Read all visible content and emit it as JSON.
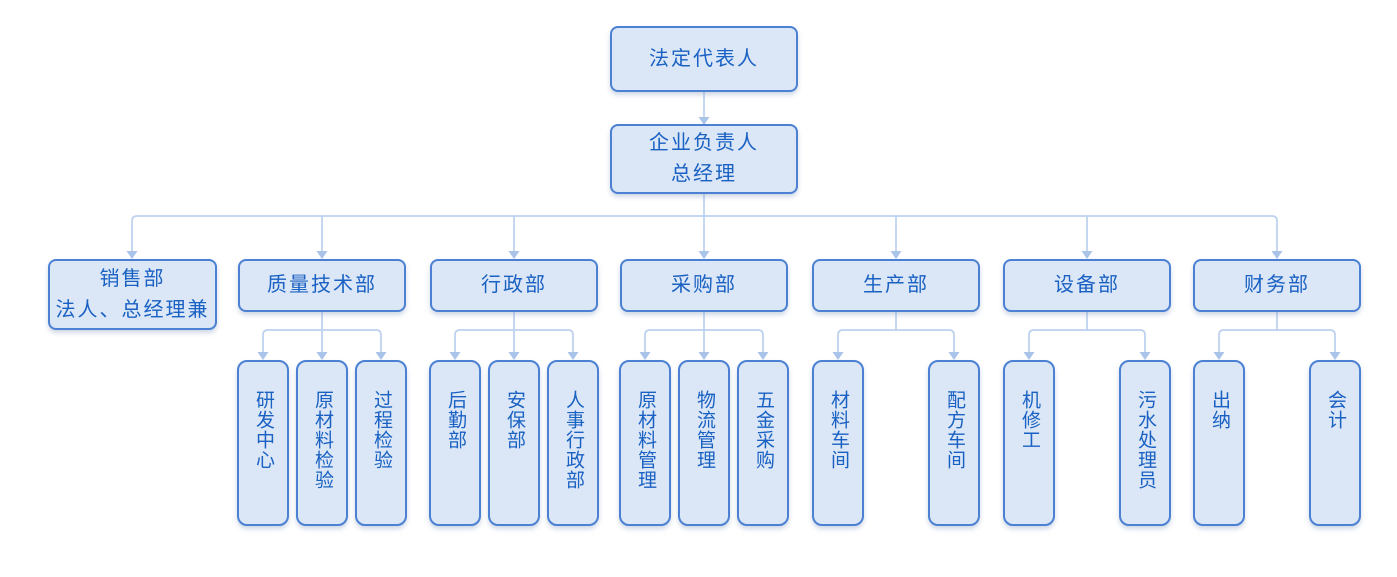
{
  "colors": {
    "background": "#ffffff",
    "node_fill": "#dbe6f6",
    "node_border": "#4b80d3",
    "node_text": "#1961c3",
    "connector_line": "#bcd1ee",
    "connector_arrow": "#a9c3e9"
  },
  "org_chart": {
    "root": {
      "label": "法定代表人"
    },
    "general_manager": {
      "line1": "企业负责人",
      "line2": "总经理"
    },
    "departments": [
      {
        "label": "销售部",
        "label2": "法人、总经理兼",
        "children": []
      },
      {
        "label": "质量技术部",
        "children": [
          "研发中心",
          "原材料检验",
          "过程检验"
        ]
      },
      {
        "label": "行政部",
        "children": [
          "后勤部",
          "安保部",
          "人事行政部"
        ]
      },
      {
        "label": "采购部",
        "children": [
          "原材料管理",
          "物流管理",
          "五金采购"
        ]
      },
      {
        "label": "生产部",
        "children": [
          "材料车间",
          "配方车间"
        ]
      },
      {
        "label": "设备部",
        "children": [
          "机修工",
          "污水处理员"
        ]
      },
      {
        "label": "财务部",
        "children": [
          "出纳",
          "会计"
        ]
      }
    ]
  }
}
